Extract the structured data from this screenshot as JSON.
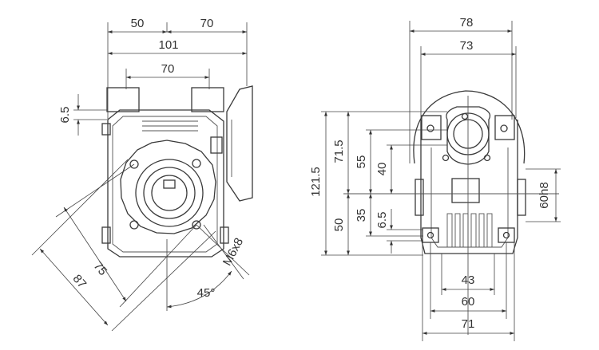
{
  "left_view": {
    "dims": {
      "d50": "50",
      "d70_top": "70",
      "d101": "101",
      "d70_inner": "70",
      "d6_5": "6.5",
      "d75": "75",
      "d87": "87",
      "d45": "45°",
      "m6x8": "M6x8"
    }
  },
  "right_view": {
    "dims": {
      "d78": "78",
      "d73": "73",
      "d121_5": "121.5",
      "d71_5": "71.5",
      "d55": "55",
      "d40": "40",
      "d50": "50",
      "d35": "35",
      "d6_5": "6.5",
      "d60h8": "60h8",
      "d43": "43",
      "d60": "60",
      "d71": "71"
    }
  }
}
